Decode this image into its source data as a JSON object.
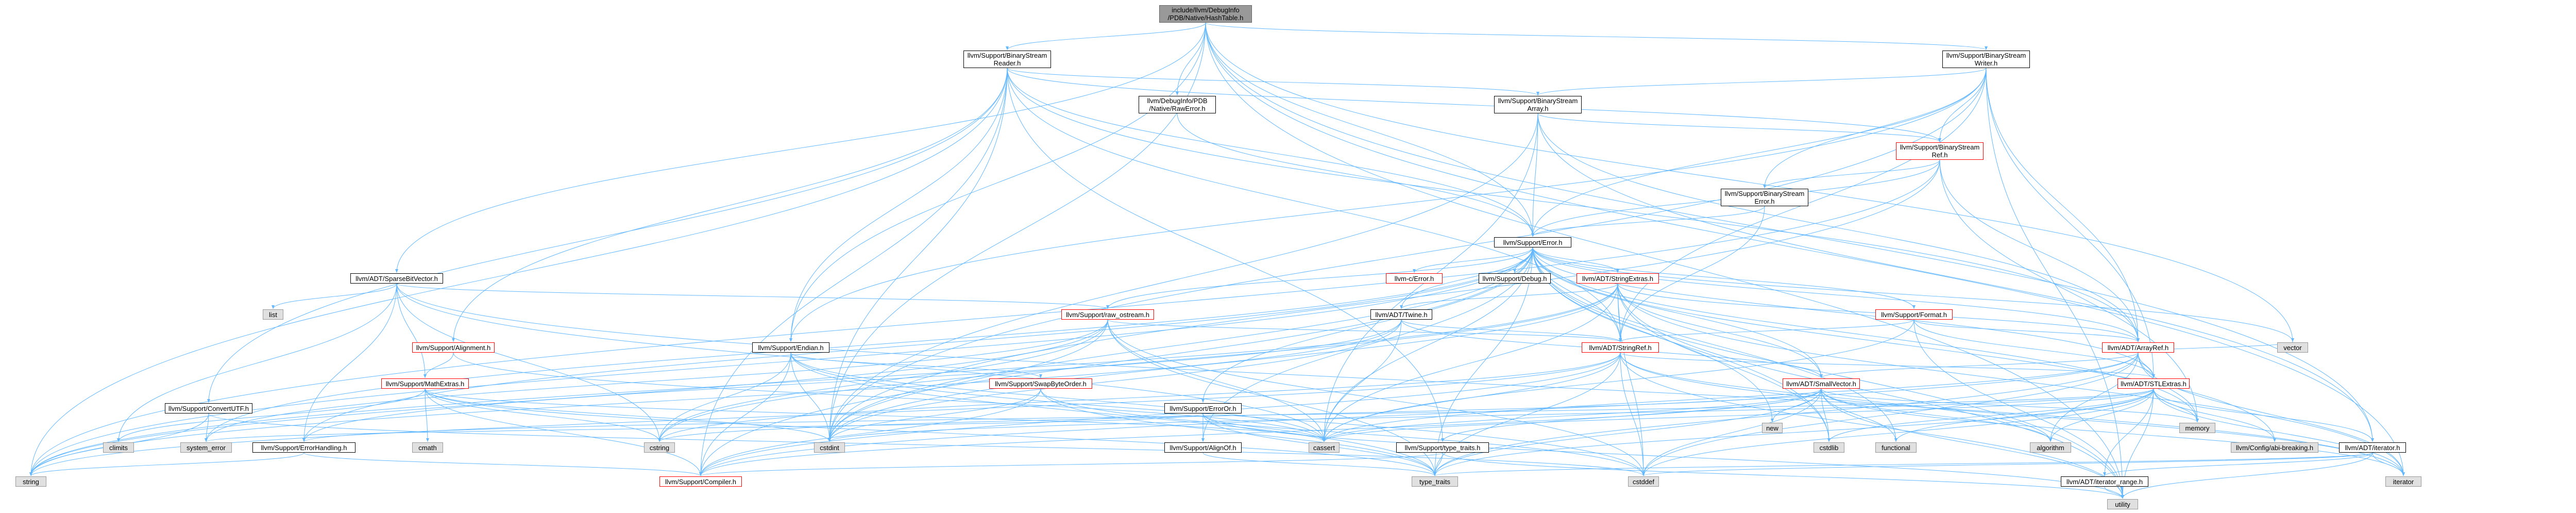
{
  "graph": {
    "nodes": [
      {
        "id": "root",
        "label": "include/llvm/DebugInfo\n/PDB/Native/HashTable.h",
        "kind": "root"
      },
      {
        "id": "bsr",
        "label": "llvm/Support/BinaryStream\nReader.h",
        "kind": "hdr"
      },
      {
        "id": "bsw",
        "label": "llvm/Support/BinaryStream\nWriter.h",
        "kind": "hdr"
      },
      {
        "id": "rawerr",
        "label": "llvm/DebugInfo/PDB\n/Native/RawError.h",
        "kind": "hdr"
      },
      {
        "id": "bsarr",
        "label": "llvm/Support/BinaryStream\nArray.h",
        "kind": "hdr"
      },
      {
        "id": "bsref",
        "label": "llvm/Support/BinaryStream\nRef.h",
        "kind": "red"
      },
      {
        "id": "bserr",
        "label": "llvm/Support/BinaryStream\nError.h",
        "kind": "hdr"
      },
      {
        "id": "error",
        "label": "llvm/Support/Error.h",
        "kind": "hdr"
      },
      {
        "id": "sparse",
        "label": "llvm/ADT/SparseBitVector.h",
        "kind": "hdr"
      },
      {
        "id": "cerror",
        "label": "llvm-c/Error.h",
        "kind": "red"
      },
      {
        "id": "debug",
        "label": "llvm/Support/Debug.h",
        "kind": "hdr"
      },
      {
        "id": "strext",
        "label": "llvm/ADT/StringExtras.h",
        "kind": "red"
      },
      {
        "id": "twine",
        "label": "llvm/ADT/Twine.h",
        "kind": "hdr"
      },
      {
        "id": "ostream",
        "label": "llvm/Support/raw_ostream.h",
        "kind": "red"
      },
      {
        "id": "format",
        "label": "llvm/Support/Format.h",
        "kind": "red"
      },
      {
        "id": "endian",
        "label": "llvm/Support/Endian.h",
        "kind": "hdr"
      },
      {
        "id": "align",
        "label": "llvm/Support/Alignment.h",
        "kind": "red"
      },
      {
        "id": "strref",
        "label": "llvm/ADT/StringRef.h",
        "kind": "red"
      },
      {
        "id": "arrref",
        "label": "llvm/ADT/ArrayRef.h",
        "kind": "red"
      },
      {
        "id": "mathext",
        "label": "llvm/Support/MathExtras.h",
        "kind": "red"
      },
      {
        "id": "swap",
        "label": "llvm/Support/SwapByteOrder.h",
        "kind": "red"
      },
      {
        "id": "smallvec",
        "label": "llvm/ADT/SmallVector.h",
        "kind": "red"
      },
      {
        "id": "stlext",
        "label": "llvm/ADT/STLExtras.h",
        "kind": "red"
      },
      {
        "id": "convutf",
        "label": "llvm/Support/ConvertUTF.h",
        "kind": "hdr"
      },
      {
        "id": "erroror",
        "label": "llvm/Support/ErrorOr.h",
        "kind": "hdr"
      },
      {
        "id": "errhand",
        "label": "llvm/Support/ErrorHandling.h",
        "kind": "hdr"
      },
      {
        "id": "alignof",
        "label": "llvm/Support/AlignOf.h",
        "kind": "hdr"
      },
      {
        "id": "typetr",
        "label": "llvm/Support/type_traits.h",
        "kind": "hdr"
      },
      {
        "id": "iterator",
        "label": "llvm/ADT/iterator.h",
        "kind": "hdr"
      },
      {
        "id": "iterrange",
        "label": "llvm/ADT/iterator_range.h",
        "kind": "hdr"
      },
      {
        "id": "compiler",
        "label": "llvm/Support/Compiler.h",
        "kind": "red"
      },
      {
        "id": "config",
        "label": "llvm/Config/abi-breaking.h",
        "kind": "sys"
      },
      {
        "id": "list",
        "label": "list",
        "kind": "sys"
      },
      {
        "id": "climits",
        "label": "climits",
        "kind": "sys"
      },
      {
        "id": "cmath",
        "label": "cmath",
        "kind": "sys"
      },
      {
        "id": "syserr",
        "label": "system_error",
        "kind": "sys"
      },
      {
        "id": "cstring",
        "label": "cstring",
        "kind": "sys"
      },
      {
        "id": "cstdint",
        "label": "cstdint",
        "kind": "sys"
      },
      {
        "id": "cassert",
        "label": "cassert",
        "kind": "sys"
      },
      {
        "id": "new",
        "label": "new",
        "kind": "sys"
      },
      {
        "id": "cstdlib",
        "label": "cstdlib",
        "kind": "sys"
      },
      {
        "id": "functional",
        "label": "functional",
        "kind": "sys"
      },
      {
        "id": "algorithm",
        "label": "algorithm",
        "kind": "sys"
      },
      {
        "id": "memory",
        "label": "memory",
        "kind": "sys"
      },
      {
        "id": "vector",
        "label": "vector",
        "kind": "sys"
      },
      {
        "id": "iteratorstd",
        "label": "iterator",
        "kind": "sys"
      },
      {
        "id": "string",
        "label": "string",
        "kind": "sys"
      },
      {
        "id": "typetraits",
        "label": "type_traits",
        "kind": "sys"
      },
      {
        "id": "cstddef",
        "label": "cstddef",
        "kind": "sys"
      },
      {
        "id": "utility",
        "label": "utility",
        "kind": "sys"
      }
    ],
    "edges": [
      [
        "root",
        "bsr"
      ],
      [
        "root",
        "bsw"
      ],
      [
        "root",
        "rawerr"
      ],
      [
        "root",
        "sparse"
      ],
      [
        "root",
        "error"
      ],
      [
        "root",
        "endian"
      ],
      [
        "root",
        "cstdint"
      ],
      [
        "root",
        "iterator"
      ],
      [
        "root",
        "utility"
      ],
      [
        "root",
        "vector"
      ],
      [
        "root",
        "iteratorstd"
      ],
      [
        "bsr",
        "bsarr"
      ],
      [
        "bsr",
        "bsref"
      ],
      [
        "bsr",
        "error"
      ],
      [
        "bsr",
        "endian"
      ],
      [
        "bsr",
        "convutf"
      ],
      [
        "bsr",
        "align"
      ],
      [
        "bsr",
        "arrref"
      ],
      [
        "bsr",
        "strref"
      ],
      [
        "bsr",
        "typetr"
      ],
      [
        "bsr",
        "cstdint"
      ],
      [
        "bsr",
        "string"
      ],
      [
        "bsr",
        "compiler"
      ],
      [
        "bsw",
        "bsarr"
      ],
      [
        "bsw",
        "bsref"
      ],
      [
        "bsw",
        "bserr"
      ],
      [
        "bsw",
        "error"
      ],
      [
        "bsw",
        "endian"
      ],
      [
        "bsw",
        "arrref"
      ],
      [
        "bsw",
        "strref"
      ],
      [
        "bsw",
        "stlext"
      ],
      [
        "bsw",
        "cstdint"
      ],
      [
        "bsw",
        "utility"
      ],
      [
        "rawerr",
        "error"
      ],
      [
        "bsarr",
        "bsref"
      ],
      [
        "bsarr",
        "error"
      ],
      [
        "bsarr",
        "iterator"
      ],
      [
        "bsarr",
        "arrref"
      ],
      [
        "bsarr",
        "cassert"
      ],
      [
        "bsarr",
        "cstdint"
      ],
      [
        "bsref",
        "bserr"
      ],
      [
        "bsref",
        "arrref"
      ],
      [
        "bsref",
        "optional"
      ],
      [
        "bsref",
        "error"
      ],
      [
        "bsref",
        "cstdint"
      ],
      [
        "bsref",
        "memory"
      ],
      [
        "bsref",
        "string"
      ],
      [
        "bserr",
        "error"
      ],
      [
        "bserr",
        "strref"
      ],
      [
        "error",
        "cerror"
      ],
      [
        "error",
        "debug"
      ],
      [
        "error",
        "strext"
      ],
      [
        "error",
        "twine"
      ],
      [
        "error",
        "ostream"
      ],
      [
        "error",
        "format"
      ],
      [
        "error",
        "strref"
      ],
      [
        "error",
        "arrref"
      ],
      [
        "error",
        "stlext"
      ],
      [
        "error",
        "smallvec"
      ],
      [
        "error",
        "erroror"
      ],
      [
        "error",
        "errhand"
      ],
      [
        "error",
        "alignof"
      ],
      [
        "error",
        "compiler"
      ],
      [
        "error",
        "config"
      ],
      [
        "error",
        "cassert"
      ],
      [
        "error",
        "cstdint"
      ],
      [
        "error",
        "cstdlib"
      ],
      [
        "error",
        "functional"
      ],
      [
        "error",
        "memory"
      ],
      [
        "error",
        "new"
      ],
      [
        "error",
        "string"
      ],
      [
        "error",
        "syserr"
      ],
      [
        "error",
        "typetraits"
      ],
      [
        "error",
        "utility"
      ],
      [
        "error",
        "vector"
      ],
      [
        "sparse",
        "list"
      ],
      [
        "sparse",
        "climits"
      ],
      [
        "sparse",
        "cassert"
      ],
      [
        "sparse",
        "cstring"
      ],
      [
        "sparse",
        "iteratorstd"
      ],
      [
        "sparse",
        "mathext"
      ],
      [
        "sparse",
        "errhand"
      ],
      [
        "sparse",
        "ostream"
      ],
      [
        "strext",
        "arrref"
      ],
      [
        "strext",
        "smallvec"
      ],
      [
        "strext",
        "strref"
      ],
      [
        "strext",
        "twine"
      ],
      [
        "strext",
        "cassert"
      ],
      [
        "strext",
        "cstddef"
      ],
      [
        "strext",
        "cstdint"
      ],
      [
        "strext",
        "cstdlib"
      ],
      [
        "strext",
        "cstring"
      ],
      [
        "strext",
        "iteratorstd"
      ],
      [
        "strext",
        "string"
      ],
      [
        "strext",
        "utility"
      ],
      [
        "twine",
        "smallvec"
      ],
      [
        "twine",
        "strref"
      ],
      [
        "twine",
        "errhand"
      ],
      [
        "twine",
        "cassert"
      ],
      [
        "twine",
        "cstdint"
      ],
      [
        "twine",
        "string"
      ],
      [
        "ostream",
        "strref"
      ],
      [
        "ostream",
        "cassert"
      ],
      [
        "ostream",
        "cstddef"
      ],
      [
        "ostream",
        "cstdint"
      ],
      [
        "ostream",
        "cstring"
      ],
      [
        "ostream",
        "string"
      ],
      [
        "ostream",
        "syserr"
      ],
      [
        "ostream",
        "typetraits"
      ],
      [
        "format",
        "arrref"
      ],
      [
        "format",
        "stlext"
      ],
      [
        "format",
        "strref"
      ],
      [
        "format",
        "cassert"
      ],
      [
        "format",
        "cstdio"
      ],
      [
        "format",
        "utility"
      ],
      [
        "endian",
        "compiler"
      ],
      [
        "endian",
        "swap"
      ],
      [
        "endian",
        "cassert"
      ],
      [
        "endian",
        "cstddef"
      ],
      [
        "endian",
        "cstdint"
      ],
      [
        "endian",
        "cstring"
      ],
      [
        "endian",
        "typetraits"
      ],
      [
        "align",
        "mathext"
      ],
      [
        "align",
        "cassert"
      ],
      [
        "mathext",
        "compiler"
      ],
      [
        "mathext",
        "cassert"
      ],
      [
        "mathext",
        "climits"
      ],
      [
        "mathext",
        "cmath"
      ],
      [
        "mathext",
        "cstdint"
      ],
      [
        "mathext",
        "cstring"
      ],
      [
        "mathext",
        "typetraits"
      ],
      [
        "strref",
        "stlext"
      ],
      [
        "strref",
        "compiler"
      ],
      [
        "strref",
        "algorithm"
      ],
      [
        "strref",
        "cassert"
      ],
      [
        "strref",
        "cstddef"
      ],
      [
        "strref",
        "cstring"
      ],
      [
        "strref",
        "iteratorstd"
      ],
      [
        "strref",
        "string"
      ],
      [
        "strref",
        "typetraits"
      ],
      [
        "strref",
        "utility"
      ],
      [
        "arrref",
        "smallvec"
      ],
      [
        "arrref",
        "stlext"
      ],
      [
        "arrref",
        "compiler"
      ],
      [
        "arrref",
        "algorithm"
      ],
      [
        "arrref",
        "cassert"
      ],
      [
        "arrref",
        "cstddef"
      ],
      [
        "arrref",
        "iteratorstd"
      ],
      [
        "arrref",
        "memory"
      ],
      [
        "arrref",
        "typetraits"
      ],
      [
        "arrref",
        "vector"
      ],
      [
        "swap",
        "compiler"
      ],
      [
        "swap",
        "cstddef"
      ],
      [
        "swap",
        "cstdint"
      ],
      [
        "swap",
        "typetraits"
      ],
      [
        "smallvec",
        "compiler"
      ],
      [
        "smallvec",
        "typetr"
      ],
      [
        "smallvec",
        "algorithm"
      ],
      [
        "smallvec",
        "cassert"
      ],
      [
        "smallvec",
        "cstddef"
      ],
      [
        "smallvec",
        "cstdlib"
      ],
      [
        "smallvec",
        "cstring"
      ],
      [
        "smallvec",
        "functional"
      ],
      [
        "smallvec",
        "iteratorstd"
      ],
      [
        "smallvec",
        "memory"
      ],
      [
        "smallvec",
        "new"
      ],
      [
        "smallvec",
        "typetraits"
      ],
      [
        "smallvec",
        "utility"
      ],
      [
        "stlext",
        "iterator"
      ],
      [
        "stlext",
        "iterrange"
      ],
      [
        "stlext",
        "errhand"
      ],
      [
        "stlext",
        "config"
      ],
      [
        "stlext",
        "algorithm"
      ],
      [
        "stlext",
        "cassert"
      ],
      [
        "stlext",
        "cstddef"
      ],
      [
        "stlext",
        "cstdint"
      ],
      [
        "stlext",
        "cstdlib"
      ],
      [
        "stlext",
        "functional"
      ],
      [
        "stlext",
        "iteratorstd"
      ],
      [
        "stlext",
        "memory"
      ],
      [
        "stlext",
        "typetraits"
      ],
      [
        "stlext",
        "utility"
      ],
      [
        "convutf",
        "syserr"
      ],
      [
        "convutf",
        "cstddef"
      ],
      [
        "convutf",
        "string"
      ],
      [
        "erroror",
        "alignof"
      ],
      [
        "erroror",
        "cassert"
      ],
      [
        "erroror",
        "syserr"
      ],
      [
        "erroror",
        "typetraits"
      ],
      [
        "erroror",
        "utility"
      ],
      [
        "errhand",
        "compiler"
      ],
      [
        "errhand",
        "string"
      ],
      [
        "alignof",
        "typetraits"
      ],
      [
        "typetr",
        "compiler"
      ],
      [
        "typetr",
        "typetraits"
      ],
      [
        "typetr",
        "utility"
      ],
      [
        "iterator",
        "iterrange"
      ],
      [
        "iterator",
        "cstddef"
      ],
      [
        "iterator",
        "iteratorstd"
      ],
      [
        "iterator",
        "typetraits"
      ],
      [
        "iterator",
        "utility"
      ],
      [
        "iterrange",
        "utility"
      ]
    ]
  }
}
